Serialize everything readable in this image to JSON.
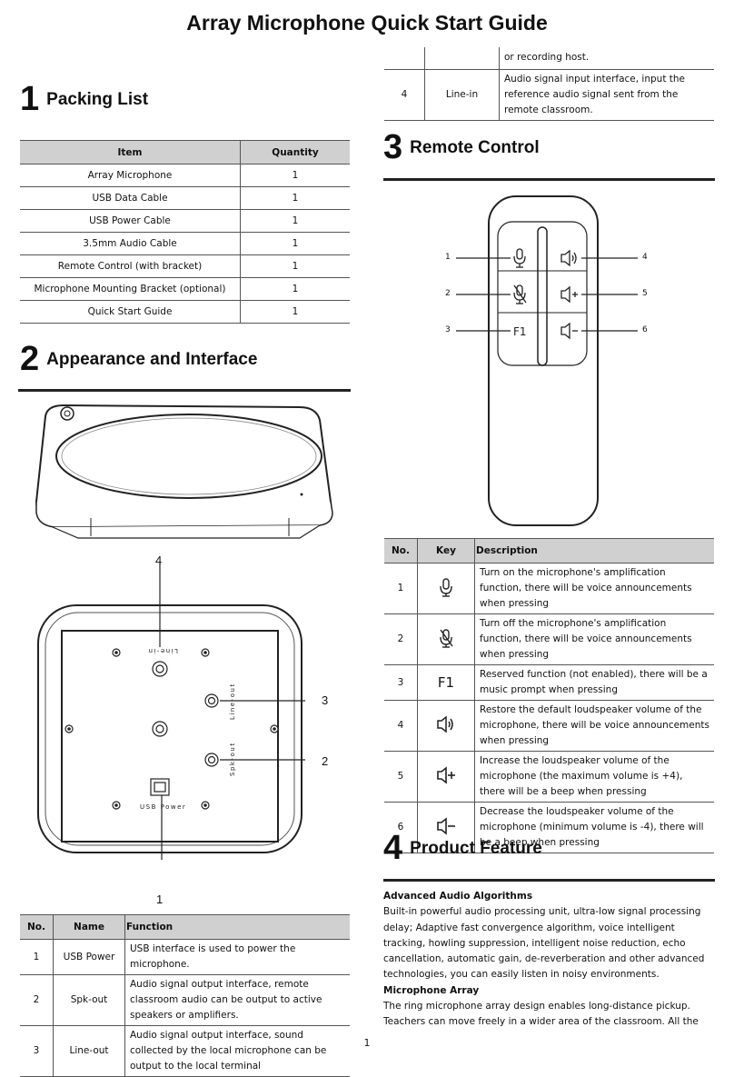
{
  "title": "Array Microphone Quick Start Guide",
  "sections": {
    "s1": {
      "num": "1",
      "title": "Packing List"
    },
    "s2": {
      "num": "2",
      "title": "Appearance and Interface"
    },
    "s3": {
      "num": "3",
      "title": "Remote Control"
    },
    "s4": {
      "num": "4",
      "title": "Product Feature"
    }
  },
  "packing": {
    "headers": [
      "Item",
      "Quantity"
    ],
    "rows": [
      [
        "Array Microphone",
        "1"
      ],
      [
        "USB Data Cable",
        "1"
      ],
      [
        "USB Power Cable",
        "1"
      ],
      [
        "3.5mm Audio Cable",
        "1"
      ],
      [
        "Remote Control (with bracket)",
        "1"
      ],
      [
        "Microphone Mounting Bracket (optional)",
        "1"
      ],
      [
        "Quick Start Guide",
        "1"
      ]
    ]
  },
  "device": {
    "callouts": [
      "4",
      "3",
      "2",
      "1"
    ],
    "port_labels": [
      "Line-in",
      "Line-out",
      "Spk-out",
      "USB Power"
    ]
  },
  "interfaces": {
    "headers": [
      "No.",
      "Name",
      "Function"
    ],
    "rows": [
      [
        "1",
        "USB Power",
        "USB interface is used to power the microphone."
      ],
      [
        "2",
        "Spk-out",
        "Audio signal output interface, remote classroom audio can be output to active speakers or amplifiers."
      ],
      [
        "3",
        "Line-out",
        "Audio signal output interface, sound collected by the local microphone can be output to the local terminal"
      ]
    ],
    "cont_row": [
      "",
      "",
      "or recording host."
    ],
    "row4": [
      "4",
      "Line-in",
      "Audio signal input interface, input the reference audio signal sent from the remote classroom."
    ]
  },
  "remote": {
    "callouts": [
      "1",
      "2",
      "3",
      "4",
      "5",
      "6"
    ],
    "f1_label": "F1"
  },
  "keys": {
    "headers": [
      "No.",
      "Key",
      "Description"
    ],
    "rows": [
      {
        "no": "1",
        "icon": "mic-on-icon",
        "desc": "Turn on the microphone's amplification function, there will be voice announcements when pressing"
      },
      {
        "no": "2",
        "icon": "mic-off-icon",
        "desc": "Turn off the microphone's amplification function, there will be voice announcements when pressing"
      },
      {
        "no": "3",
        "key_text": "F1",
        "desc": "Reserved function (not enabled), there will be a music prompt when pressing"
      },
      {
        "no": "4",
        "icon": "speaker-default-icon",
        "desc": "Restore the default loudspeaker volume of the microphone, there will be voice announcements when pressing"
      },
      {
        "no": "5",
        "icon": "volume-up-icon",
        "desc": "Increase the loudspeaker volume of the microphone (the maximum volume is +4), there will be a beep when pressing"
      },
      {
        "no": "6",
        "icon": "volume-down-icon",
        "desc": "Decrease the loudspeaker volume of the microphone (minimum volume is -4), there will be a beep when pressing"
      }
    ]
  },
  "features": {
    "h1": "Advanced Audio Algorithms",
    "p1": "Built-in powerful audio processing unit, ultra-low signal processing delay; Adaptive fast convergence algorithm, voice intelligent tracking, howling suppression, intelligent noise reduction, echo cancellation, automatic gain, de-reverberation and other advanced technologies, you can easily listen in noisy environments.",
    "h2": "Microphone Array",
    "p2": "The ring microphone array design enables long-distance pickup. Teachers can move freely in a wider area of the classroom. All the speeches of students in the"
  },
  "page_number": "1"
}
